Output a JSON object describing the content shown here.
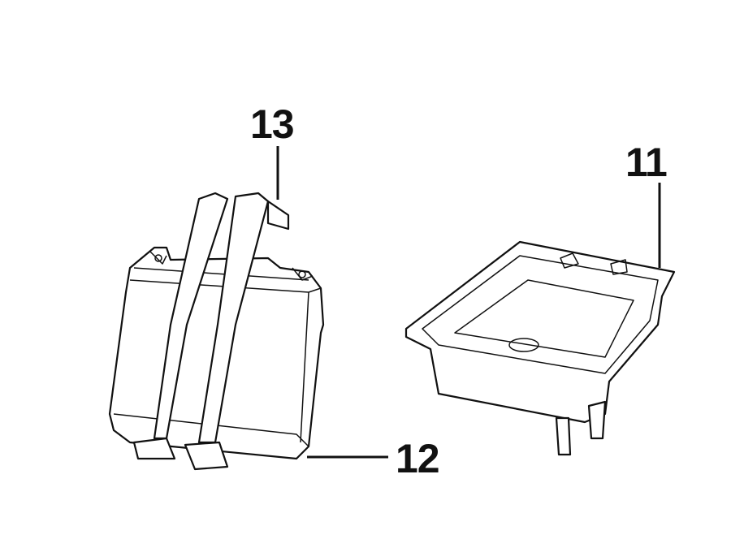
{
  "callouts": {
    "battery_strap": "13",
    "battery_tray": "11",
    "battery": "12"
  }
}
